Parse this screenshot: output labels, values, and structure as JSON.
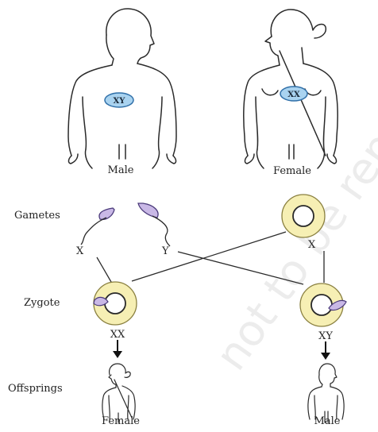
{
  "parents": {
    "male": {
      "label": "Male",
      "chromosomes": "XY"
    },
    "female": {
      "label": "Female",
      "chromosomes": "XX"
    }
  },
  "rows": {
    "gametes": "Gametes",
    "zygote": "Zygote",
    "offsprings": "Offsprings"
  },
  "gametes": {
    "sperm_x": "X",
    "sperm_y": "Y",
    "egg_x": "X"
  },
  "zygotes": {
    "left": "XX",
    "right": "XY"
  },
  "offspring": {
    "left_label": "Female",
    "right_label": "Male"
  },
  "watermark": "not to be republished",
  "colors": {
    "outline": "#2a2a2a",
    "nucleus_fill": "#a9d3f0",
    "nucleus_stroke": "#2f6fa8",
    "ring_fill": "#f6efb4",
    "ring_stroke": "#8a8040",
    "sperm_fill": "#c9b8e6",
    "watermark": "#e6e6e6"
  }
}
